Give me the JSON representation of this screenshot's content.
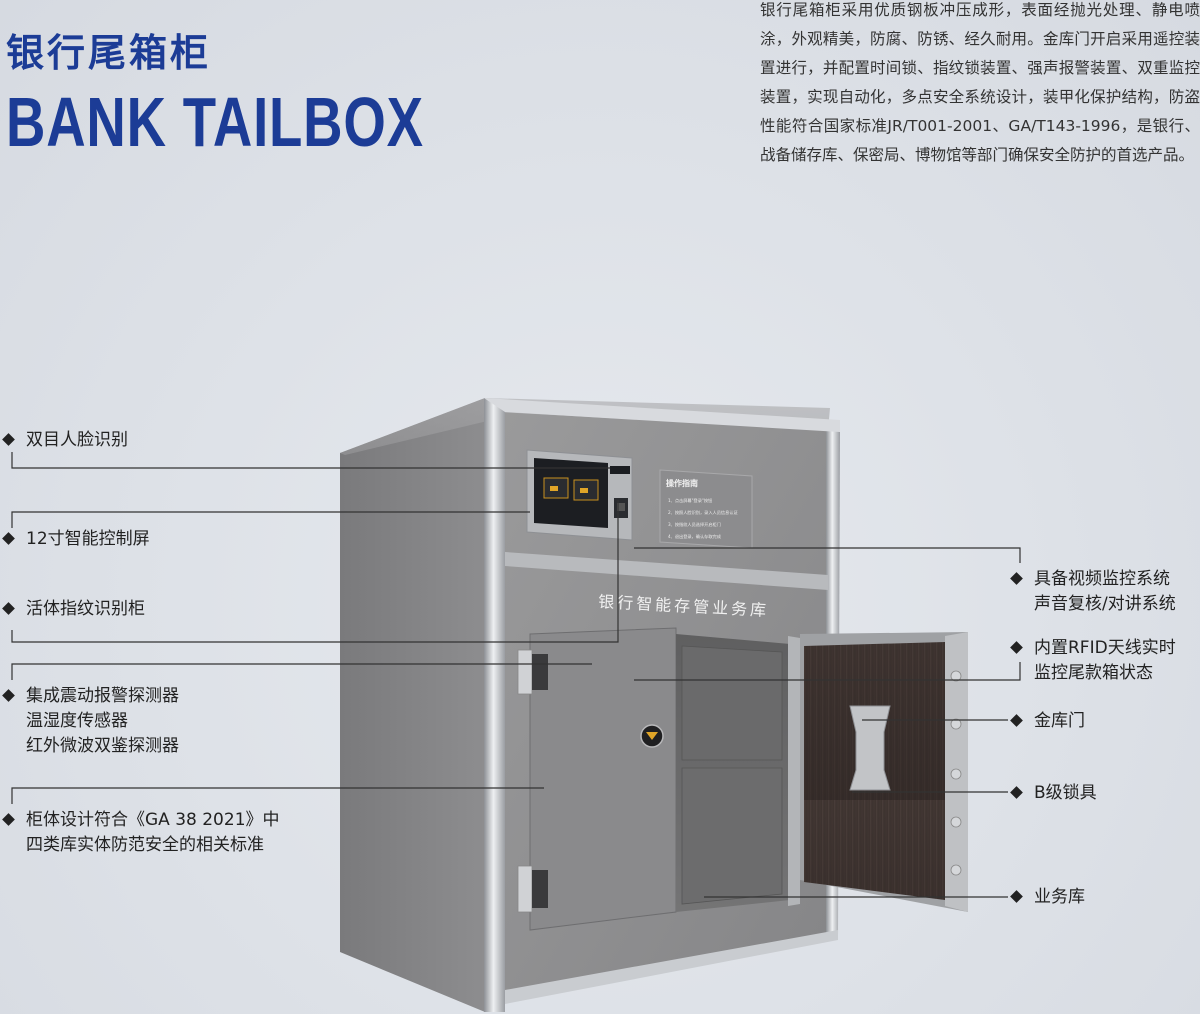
{
  "header": {
    "title_cn": "银行尾箱柜",
    "title_en": "BANK TAILBOX"
  },
  "description": "银行尾箱柜采用优质钢板冲压成形，表面经抛光处理、静电喷涂，外观精美，防腐、防锈、经久耐用。金库门开启采用遥控装置进行，并配置时间锁、指纹锁装置、强声报警装置、双重监控装置，实现自动化，多点安全系统设计，装甲化保护结构，防盗性能符合国家标准JR/T001-2001、GA/T143-1996，是银行、战备储存库、保密局、博物馆等部门确保安全防护的首选产品。",
  "cabinet": {
    "front_label": "银行智能存管业务库",
    "guide_title": "操作指南",
    "guide_lines": [
      "1、点击屏幕\"登录\"按钮",
      "2、按照人脸识别，录入人员信息认证",
      "3、按指纹人员选择开启柜门",
      "4、退出登录，确认存取完成"
    ]
  },
  "labels_left": [
    {
      "lines": [
        "双目人脸识别"
      ]
    },
    {
      "lines": [
        "12寸智能控制屏"
      ]
    },
    {
      "lines": [
        "活体指纹识别柜"
      ]
    },
    {
      "lines": [
        "集成震动报警探测器",
        "温湿度传感器",
        "红外微波双鉴探测器"
      ]
    },
    {
      "lines": [
        "柜体设计符合《GA 38 2021》中",
        "四类库实体防范安全的相关标准"
      ]
    }
  ],
  "labels_right": [
    {
      "lines": [
        "具备视频监控系统",
        "声音复核/对讲系统"
      ]
    },
    {
      "lines": [
        "内置RFID天线实时",
        "监控尾款箱状态"
      ]
    },
    {
      "lines": [
        "金库门"
      ]
    },
    {
      "lines": [
        "B级锁具"
      ]
    },
    {
      "lines": [
        "业务库"
      ]
    }
  ],
  "colors": {
    "title": "#1c3c96",
    "cabinet_body": "#8e8e8f",
    "door_wood": "#3f3532",
    "frame_steel": "#c9ccd0"
  }
}
